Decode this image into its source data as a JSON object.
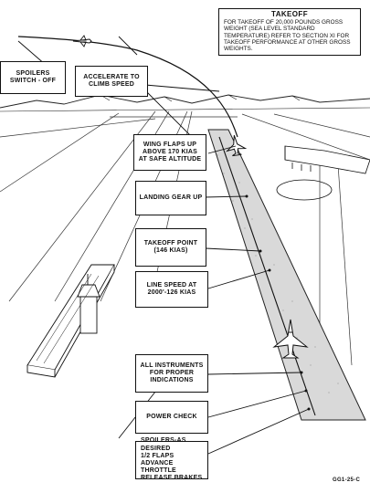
{
  "header": {
    "title": "TAKEOFF",
    "note": "FOR TAKEOFF OF 20,000 POUNDS GROSS WEIGHT (SEA LEVEL STANDARD TEMPERATURE) REFER TO SECTION XI FOR TAKEOFF PERFORMANCE AT OTHER GROSS WEIGHTS."
  },
  "labels": {
    "spoilers_off": "SPOILERS\nSWITCH - OFF",
    "accelerate": "ACCELERATE TO\nCLIMB SPEED",
    "wing_flaps_up": "WING FLAPS UP\nABOVE 170 KIAS\nAT SAFE ALTITUDE",
    "landing_gear_up": "LANDING GEAR UP",
    "takeoff_point": "TAKEOFF POINT\n(146 KIAS)",
    "line_speed": "LINE SPEED AT\n2000'-126 KIAS",
    "all_instruments": "ALL INSTRUMENTS\nFOR PROPER\nINDICATIONS",
    "power_check": "POWER CHECK",
    "spoilers_desired": "SPOILERS-AS DESIRED\n1/2 FLAPS\nADVANCE THROTTLE\nRELEASE BRAKES"
  },
  "figure_id": "GG1-25-C",
  "icons": [
    "jet-aircraft-icon",
    "control-tower-icon",
    "hangar-icon"
  ]
}
